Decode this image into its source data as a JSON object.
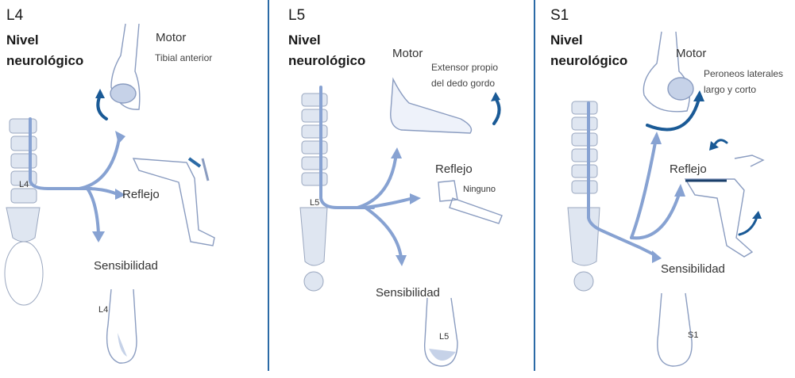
{
  "colors": {
    "spine": "#dfe6f1",
    "spine_stroke": "#9aa7bf",
    "arrow": "#87a2d2",
    "dark_arrow": "#1a5a96",
    "divider": "#2b6aa6",
    "sketch": "#8a9cc0"
  },
  "panels": [
    {
      "title": "L4",
      "level_line1": "Nivel",
      "level_line2": "neurológico",
      "motor": "Motor",
      "motor_muscle": "Tibial anterior",
      "reflex": "Reflejo",
      "reflex_value": "",
      "sensory": "Sensibilidad",
      "spine_tag": "L4",
      "foot_tag": "L4"
    },
    {
      "title": "L5",
      "level_line1": "Nivel",
      "level_line2": "neurológico",
      "motor": "Motor",
      "motor_muscle_1": "Extensor propio",
      "motor_muscle_2": "del dedo gordo",
      "reflex": "Reflejo",
      "reflex_value": "Ninguno",
      "sensory": "Sensibilidad",
      "spine_tag": "L5",
      "foot_tag": "L5"
    },
    {
      "title": "S1",
      "level_line1": "Nivel",
      "level_line2": "neurológico",
      "motor": "Motor",
      "motor_muscle_1": "Peroneos laterales",
      "motor_muscle_2": "largo y corto",
      "reflex": "Reflejo",
      "reflex_value": "",
      "sensory": "Sensibilidad",
      "spine_tag": "",
      "foot_tag": "S1"
    }
  ]
}
